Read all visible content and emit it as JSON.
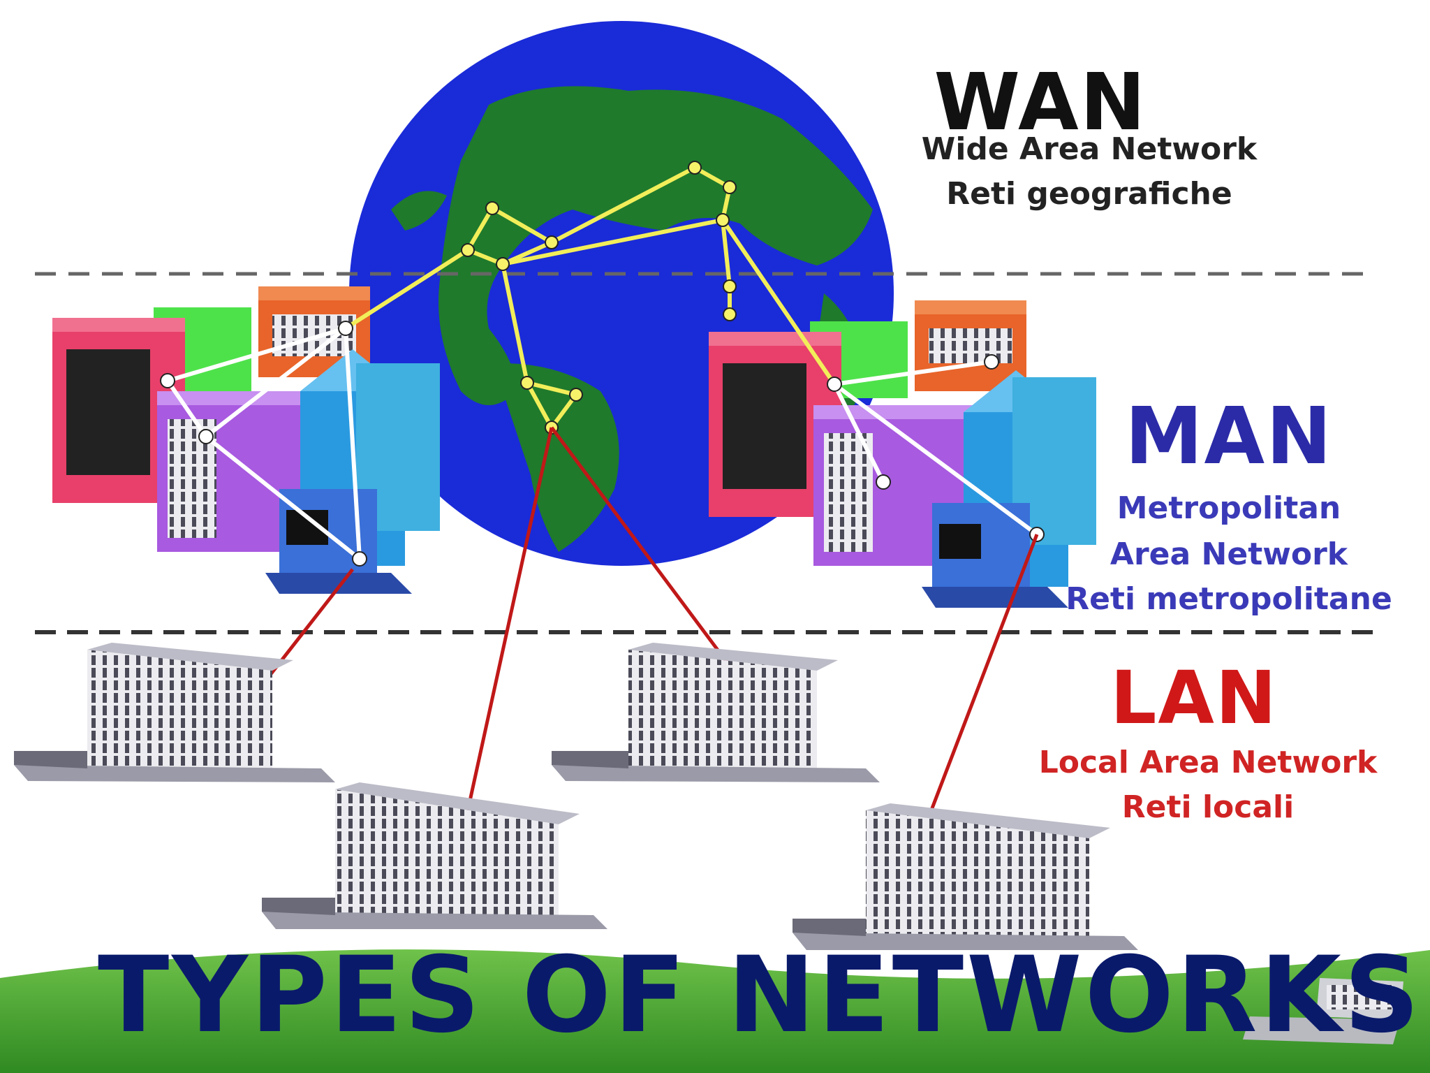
{
  "title": "TYPES OF NETWORKS",
  "wan": {
    "title": "WAN",
    "line1": "Wide Area Network",
    "line2": "Reti geografiche"
  },
  "man": {
    "title": "MAN",
    "line1": "Metropolitan",
    "line2": "Area Network",
    "line3": "Reti metropolitane"
  },
  "lan": {
    "title": "LAN",
    "line1": "Local Area Network",
    "line2": "Reti locali"
  },
  "colors": {
    "wan_text": "#222222",
    "man_text": "#2b2ba8",
    "lan_text": "#d01818",
    "title_text": "#0a1a6b",
    "ocean": "#1a2bd8",
    "land": "#1f7a2c",
    "wan_links": "#f2ee5a",
    "man_links": "#ffffff",
    "lan_links": "#c01818",
    "ground": "#3f9a2c"
  }
}
